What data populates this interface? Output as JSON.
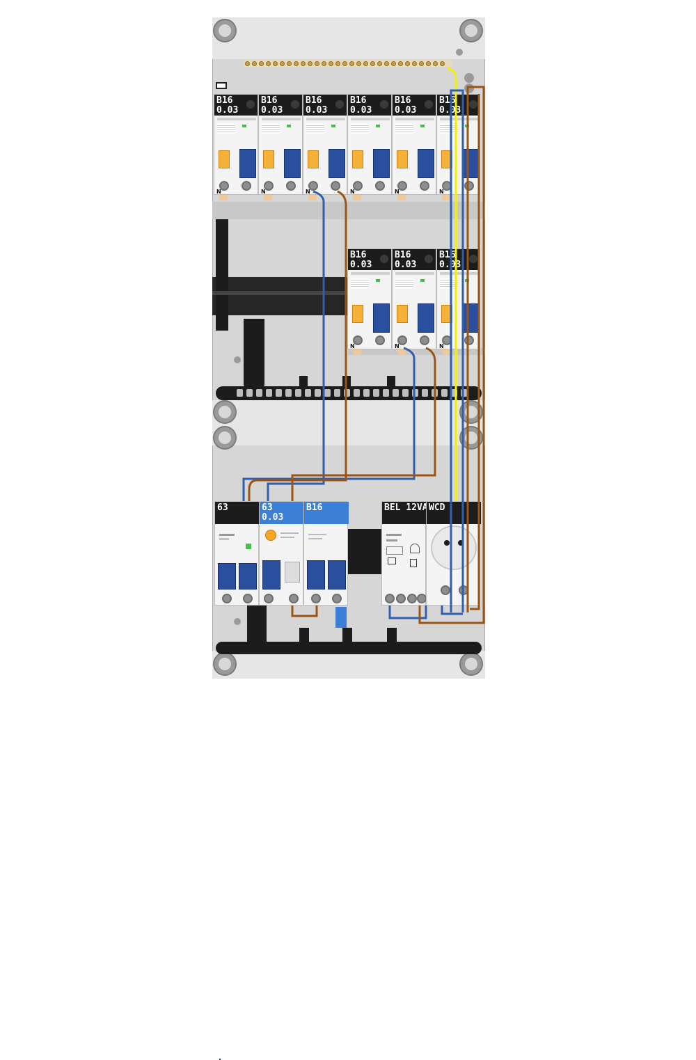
{
  "colors": {
    "panel": "#d6d6d6",
    "rail": "#1c1c1c",
    "wire_blue": "#2f5fae",
    "wire_brown": "#9b5414",
    "wire_yellow": "#f2f200",
    "rcd_label_accent": "#3b7fd6"
  },
  "top_row": {
    "breakers": [
      {
        "rating": "B16",
        "trip": "0.03",
        "neutral_mark": "N"
      },
      {
        "rating": "B16",
        "trip": "0.03",
        "neutral_mark": "N"
      },
      {
        "rating": "B16",
        "trip": "0.03",
        "neutral_mark": "N"
      },
      {
        "rating": "B16",
        "trip": "0.03",
        "neutral_mark": "N"
      },
      {
        "rating": "B16",
        "trip": "0.03",
        "neutral_mark": "N"
      },
      {
        "rating": "B16",
        "trip": "0.03",
        "neutral_mark": "N"
      }
    ]
  },
  "middle_row": {
    "breakers": [
      {
        "rating": "B16",
        "trip": "0.03",
        "neutral_mark": "N"
      },
      {
        "rating": "B16",
        "trip": "0.03",
        "neutral_mark": "N"
      },
      {
        "rating": "B16",
        "trip": "0.03",
        "neutral_mark": "N"
      }
    ]
  },
  "bottom_row": {
    "main_switch": {
      "label": "63"
    },
    "rcd": {
      "rating": "63",
      "trip": "0.03"
    },
    "mcb": {
      "label": "B16"
    },
    "bell_transformer": {
      "label": "BEL 12VA"
    },
    "socket": {
      "label": "WCD"
    }
  }
}
